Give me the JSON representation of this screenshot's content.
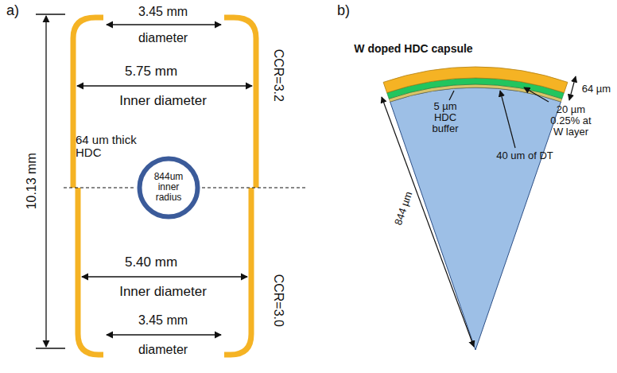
{
  "diagram": {
    "nodes": [
      {
        "text": [
          "844um inner radius"
        ]
      }
    ],
    "labels": [
      "a)",
      "3.45 mm",
      "diameter",
      "10.13 mm",
      "5.75 mm",
      "Inner diameter",
      "CCR=3.2",
      "64 um thick HDC",
      "CCR=3.0",
      "5.40 mm",
      "Inner diameter",
      "3.45 mm",
      "diameter",
      "b)",
      "W doped HDC capsule",
      "64 µm",
      "5 µm HDC buffer",
      "20 µm 0.25% at W layer",
      "40 um of DT",
      "844 µm"
    ]
  }
}
